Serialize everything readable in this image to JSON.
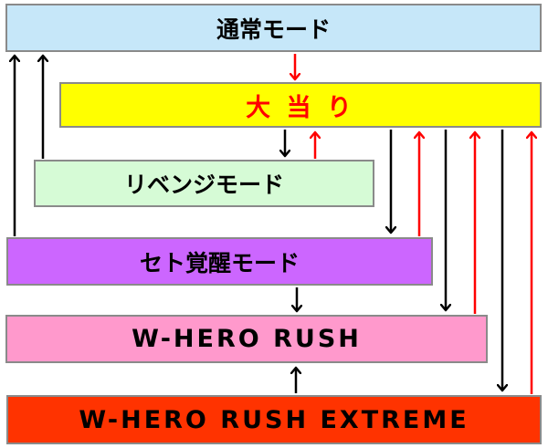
{
  "nodes": {
    "normal_mode": {
      "label": "通常モード",
      "fill": "#c6e7f9",
      "text_color": "#000000"
    },
    "jackpot": {
      "label": "大 当 り",
      "fill": "#ffff00",
      "text_color": "#ff0000"
    },
    "revenge_mode": {
      "label": "リベンジモード",
      "fill": "#d6fbd6",
      "text_color": "#000000"
    },
    "set_awakening_mode": {
      "label": "セト覚醒モード",
      "fill": "#cc66ff",
      "text_color": "#000000"
    },
    "w_hero_rush": {
      "label": "W-HERO RUSH",
      "fill": "#ff99cc",
      "text_color": "#000000"
    },
    "w_hero_rush_extreme": {
      "label": "W-HERO RUSH EXTREME",
      "fill": "#ff3300",
      "text_color": "#000000"
    }
  },
  "colors": {
    "black_arrow": "#000000",
    "red_arrow": "#ff0000"
  }
}
